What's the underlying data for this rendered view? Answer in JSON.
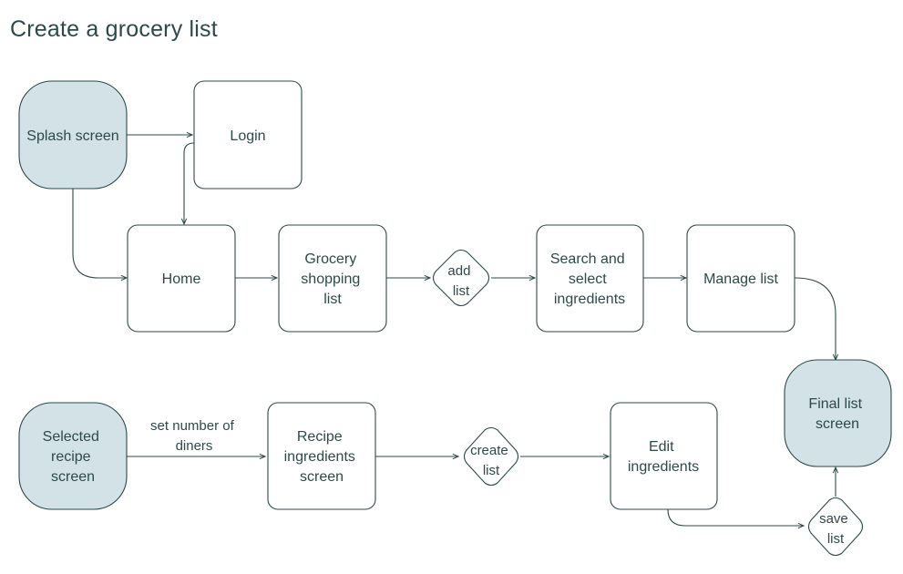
{
  "page": {
    "title": "Create a grocery list"
  },
  "colors": {
    "stroke": "#2c4a49",
    "terminal_fill": "#d3e2e6",
    "process_fill": "#ffffff"
  },
  "nodes": {
    "splash": {
      "lines": [
        "Splash screen"
      ],
      "shape": "terminal"
    },
    "login": {
      "lines": [
        "Login"
      ],
      "shape": "process"
    },
    "home": {
      "lines": [
        "Home"
      ],
      "shape": "process"
    },
    "grocery": {
      "lines": [
        "Grocery",
        "shopping",
        "list"
      ],
      "shape": "process"
    },
    "add_list": {
      "lines": [
        "add",
        "list"
      ],
      "shape": "decision"
    },
    "search": {
      "lines": [
        "Search and",
        "select",
        "ingredients"
      ],
      "shape": "process"
    },
    "manage": {
      "lines": [
        "Manage list"
      ],
      "shape": "process"
    },
    "final": {
      "lines": [
        "Final list",
        "screen"
      ],
      "shape": "terminal"
    },
    "selected_recipe": {
      "lines": [
        "Selected",
        "recipe",
        "screen"
      ],
      "shape": "terminal"
    },
    "recipe_ingredients": {
      "lines": [
        "Recipe",
        "ingredients",
        "screen"
      ],
      "shape": "process"
    },
    "create_list": {
      "lines": [
        "create",
        "list"
      ],
      "shape": "decision"
    },
    "edit": {
      "lines": [
        "Edit",
        "ingredients"
      ],
      "shape": "process"
    },
    "save_list": {
      "lines": [
        "save",
        "list"
      ],
      "shape": "decision"
    }
  },
  "edges": {
    "recipe_to_ingredients_label": [
      "set number of",
      "diners"
    ]
  }
}
